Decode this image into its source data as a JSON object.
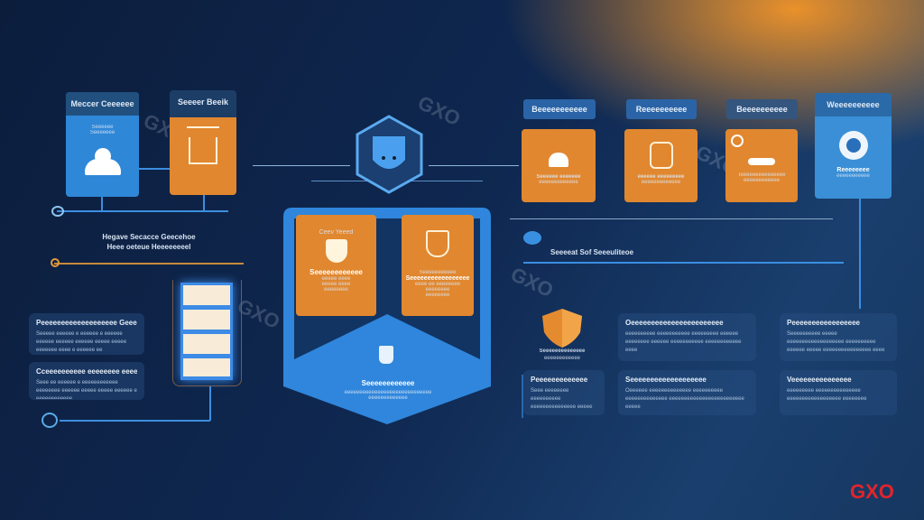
{
  "watermark": "GXO",
  "logo": {
    "text": "GXO",
    "color": "#e3242b"
  },
  "colors": {
    "background": "#0f2851",
    "accent_blue": "#2f87d8",
    "accent_orange": "#e1872f"
  },
  "left": {
    "card1": {
      "header": "Meccer Ceeeeee",
      "line1": "Seeeeee",
      "line2": "Seeeeeee",
      "icon": "user-icon"
    },
    "card2": {
      "header": "Seeeer Beeik",
      "icon": "house-icon"
    },
    "caption1": "Hegave Secacce Geecehoe",
    "caption2": "Heee oeteue Heeeeeeeel",
    "box1": {
      "title": "Peeeeeeeeeeeeeeeeeee Geeeeee",
      "body": "Seeeee eeeeee e eeeeee e eeeeee eeeeee eeeeee eeeeee eeeee eeeee eeeeeee eeee e eeeeee ee eeeeeeeeeeee eeeeeeee eeeeee eeeeee eeeeee eeeeeeee"
    },
    "box2": {
      "title": "Cceeeeeeeeee eeeeeeee eeeeee",
      "body": "Seee ee eeeeee e eeeeeeeeeeee eeeeeeee eeeeee eeeee eeeee eeeeee e eeeeeeeeeeee"
    }
  },
  "center": {
    "shield_icon": "shield-face-icon",
    "card1": {
      "title": "Ceev Yeeed",
      "heading": "Seeeeeeeeeeee",
      "lines": [
        "eeeee eeee",
        "eeeee eeee",
        "eeeeeeee"
      ]
    },
    "card2": {
      "heading1": "Seeeeeeeeeee",
      "heading2": "Seeeeeeeeeeeeeeeee",
      "lines": [
        "eeee ee eeeeeeee",
        "eeeeeeee",
        "eeeeeeee"
      ]
    },
    "badge_text": "Seeeeeeeeeeee",
    "title": "Seeeeeeeeeeee",
    "body": "eeeeeeeeeeeeeeeeeeeeeeeeeeeee eeeeeeeeeeeee"
  },
  "right": {
    "labels": [
      "Beeeeeeeeeee",
      "Reeeeeeeeee",
      "Beeeeeeeeee"
    ],
    "cards": [
      {
        "title": "Seeeeee eeeeeee",
        "sub": "eeeeeeeeeeeee"
      },
      {
        "title": "eeeeee eeeeeeeee",
        "sub": "eeeeeeeeeeeee"
      },
      {
        "title": "Teeeeeeeeeeeeeee",
        "sub": "eeeeeeeeeeee"
      }
    ],
    "blue_card": {
      "header": "Weeeeeeeeee",
      "title": "Reeeeeeee",
      "sub": "eeeeeeeeeee"
    },
    "connector_label": "Seeeeat Sof Seeeuliteoe",
    "shield_caption1": "Seeeeeeeeeeeeee",
    "shield_caption2": "eeeeeeeeeeee",
    "boxes": [
      {
        "title": "Oeeeeeeeeeeeeeeeeeeeeeee",
        "body": "eeeeeeeeee eeeeeeeeeee eeeeeeeee eeeeee eeeeeeee eeeeee eeeeeeeeeee eeeeeeeeeeee eeee"
      },
      {
        "title": "Peeeeeeeeeeeeeeeee",
        "body": "Seeeeeeeeee eeeee eeeeeeeeeeeeeeeeeee eeeeeeeeee eeeeee eeeee eeeeeeeeeeeeeeee eeee"
      },
      {
        "title": "Peeeeeeeeeeeee",
        "body": "Seee eeeeeeee eeeeeeeeee eeeeeeeeeeeeeee eeeee"
      },
      {
        "title": "Seeeeeeeeeeeeeeeeeee",
        "body": "Oeeeeee eeeeeeeeeeeeee eeeeeeeeee eeeeeeeeeeeeee eeeeeeeeeeeeeeeeeeeeeeeee eeeee"
      },
      {
        "title": "Veeeeeeeeeeeeeee",
        "body": "eeeeeeeee eeeeeeeeeeeeeee eeeeeeeeeeeeeeeeee eeeeeeee"
      }
    ]
  }
}
